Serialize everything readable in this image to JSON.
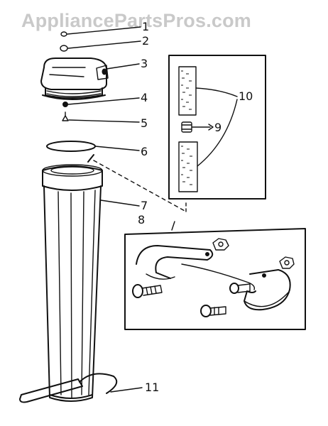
{
  "watermark": "AppliancePartsPros.com",
  "callouts": {
    "c1": "1",
    "c2": "2",
    "c3": "3",
    "c4": "4",
    "c5": "5",
    "c6": "6",
    "c7": "7",
    "c8": "8",
    "c9": "9",
    "c10": "10",
    "c11": "11"
  }
}
